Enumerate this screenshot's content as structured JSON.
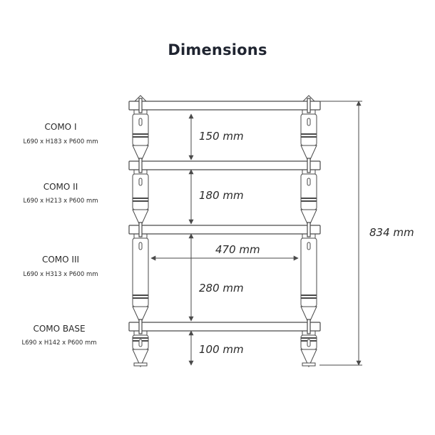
{
  "title": "Dimensions",
  "shelves": [
    {
      "name": "COMO I",
      "dims": "L690 x H183 x P600 mm"
    },
    {
      "name": "COMO II",
      "dims": "L690 x H213 x P600 mm"
    },
    {
      "name": "COMO III",
      "dims": "L690 x H313 x P600 mm"
    },
    {
      "name": "COMO BASE",
      "dims": "L690 x H142 x P600 mm"
    }
  ],
  "measurements": {
    "gap_1": "150 mm",
    "gap_2": "180 mm",
    "gap_3": "280 mm",
    "gap_base": "100 mm",
    "inner_width": "470 mm",
    "total_height": "834 mm"
  },
  "colors": {
    "line": "#4a4a4a",
    "text": "#2a2a2a",
    "title": "#1f2430"
  }
}
